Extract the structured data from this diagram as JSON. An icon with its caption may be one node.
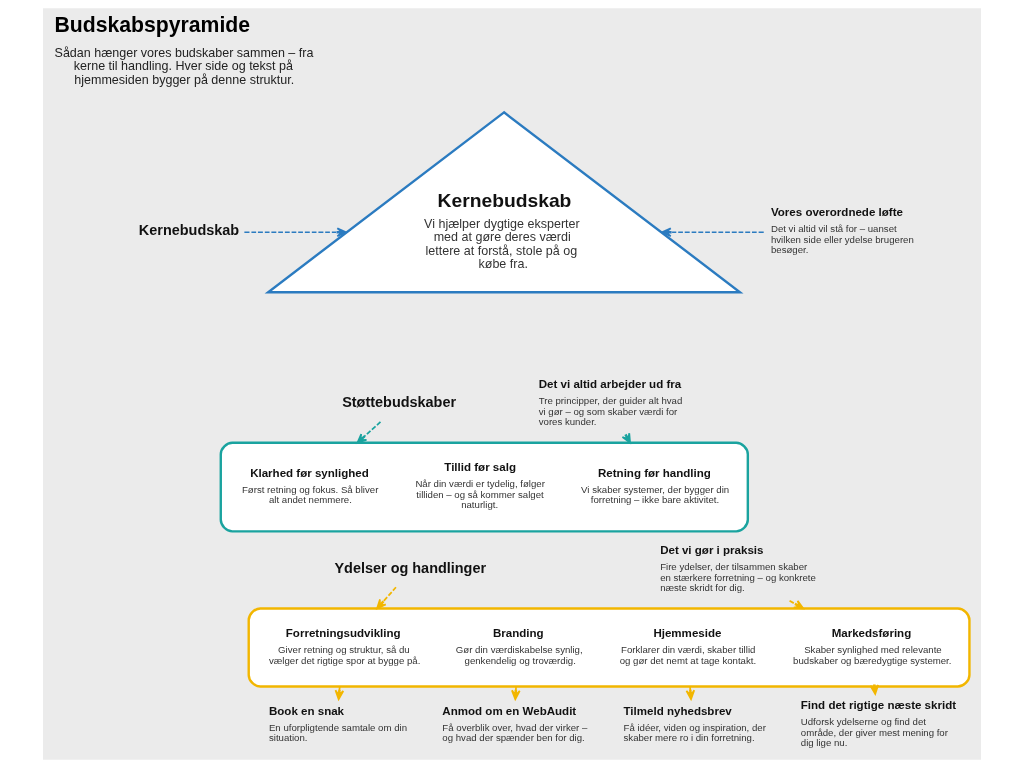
{
  "diagram": {
    "title": "Budskabspyramide",
    "nodes": [
      {
        "text": [
          "Kernebudskab"
        ]
      },
      {
        "text": [
          "Kernebudskab",
          "Vi hjælper dygtige eksperter med at gøre deres værdi lettere at forstå, stole på og købe fra."
        ]
      },
      {
        "text": [
          "Vores overordnede løfte",
          "Det vi altid vil stå for – uanset hvilken side eller ydelse brugeren besøger."
        ]
      },
      {
        "text": [
          "Støttebudskaber"
        ]
      },
      {
        "text": [],
        "shape": "trapezoid"
      },
      {
        "text": [
          "Klarhed før synlighed",
          "Først retning og fokus. Så bliver alt andet nemmere."
        ],
        "in": 4
      },
      {
        "text": [
          "Tillid før salg",
          "Når din værdi er tydelig, følger tilliden – og så kommer salget naturligt."
        ],
        "in": 4
      },
      {
        "text": [
          "Retning før handling",
          "Vi skaber systemer, der bygger din forretning – ikke bare aktivitet."
        ],
        "in": 4
      },
      {
        "text": [
          "Det vi altid arbejder ud fra",
          "Tre principper, der guider alt hvad vi gør – og som skaber værdi for vores kunder."
        ]
      },
      {
        "text": [
          "Ydelser og handlinger"
        ]
      },
      {
        "text": [],
        "shape": "trapezoid"
      },
      {
        "text": [
          "Forretningsudvikling",
          "Giver retning og struktur, så du vælger det rigtige spor at bygge på."
        ],
        "in": 10
      },
      {
        "text": [
          "Branding",
          "Gør din værdiskabelse synlig, genkendelig og troværdig."
        ],
        "in": 10
      },
      {
        "text": [
          "Hjemmeside",
          "Forklarer din værdi, skaber tillid og gør det nemt at tage kontakt."
        ],
        "in": 10
      },
      {
        "text": [
          "Markedsføring",
          "Skaber synlighed med relevante budskaber og bæredygtige systemer."
        ],
        "in": 10
      },
      {
        "text": [
          "Det vi gør i praksis",
          "Fire ydelser, der tilsammen skaber en stærkere forretning – og konkrete næste skridt for dig."
        ]
      },
      {
        "text": [
          "Book en snak",
          "En uforpligtende samtale om din situation."
        ]
      },
      {
        "text": [
          "Anmod om en WebAudit",
          "Få overblik over, hvad der virker – og hvad der spænder ben for dig."
        ]
      },
      {
        "text": [
          "Tilmeld nyhedsbrev",
          "Få idéer, viden og inspiration, der skaber mere ro i din forretning."
        ]
      },
      {
        "text": [
          "Find det rigtige næste skridt",
          "Udforsk ydelserne og find det område, der giver mest mening for dig lige nu."
        ]
      }
    ],
    "edges": [
      {
        "from": 0,
        "to": 1,
        "arrow": "to",
        "style": "dashed",
        "color": "#2b7bc0"
      },
      {
        "from": 2,
        "to": 1,
        "arrow": "to",
        "style": "dashed",
        "color": "#2b7bc0"
      },
      {
        "from": 3,
        "to": 4,
        "arrow": "to",
        "style": "dashed",
        "color": "#1aa39f"
      },
      {
        "from": 8,
        "to": 4,
        "arrow": "to",
        "style": "dashed",
        "color": "#1aa39f"
      },
      {
        "from": 9,
        "to": 10,
        "arrow": "to",
        "style": "dashed",
        "color": "#f2b600"
      },
      {
        "from": 15,
        "to": 10,
        "arrow": "to",
        "style": "dashed",
        "color": "#f2b600"
      },
      {
        "from": 10,
        "to": 16,
        "arrow": "to",
        "style": "dashed",
        "color": "#f2b600"
      },
      {
        "from": 10,
        "to": 17,
        "arrow": "to",
        "style": "dashed",
        "color": "#f2b600"
      },
      {
        "from": 10,
        "to": 18,
        "arrow": "to",
        "style": "dashed",
        "color": "#f2b600"
      },
      {
        "from": 10,
        "to": 19,
        "arrow": "to",
        "style": "dashed",
        "color": "#f2b600"
      }
    ],
    "labels": [
      "Sådan hænger vores budskaber sammen – fra kerne til handling. Hver side og tekst på hjemmesiden bygger på denne struktur."
    ]
  }
}
